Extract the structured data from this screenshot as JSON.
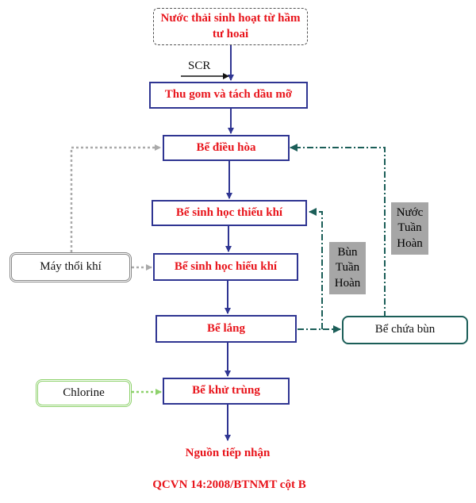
{
  "colors": {
    "main_line": "#2f3592",
    "text_red": "#e8141b",
    "air_line": "#aaaaaa",
    "chlorine_line": "#8ed16c",
    "recycle_line": "#1b5e58",
    "label_bg": "#a6a6a6"
  },
  "nodes": {
    "source": "Nước thải sinh hoạt từ hầm tư hoai",
    "collection": "Thu gom và tách dầu mỡ",
    "equalization": "Bể điều hòa",
    "anoxic": "Bể sinh học thiếu khí",
    "aerobic": "Bể sinh học hiếu khí",
    "settling": "Bể lắng",
    "disinfection": "Bể khử trùng",
    "blower": "Máy thổi khí",
    "sludge_tank": "Bể chứa bùn",
    "chlorine": "Chlorine"
  },
  "labels": {
    "scr": "SCR",
    "sludge_recycle": [
      "Bùn",
      "Tuần",
      "Hoàn"
    ],
    "water_recycle": [
      "Nước",
      "Tuần",
      "Hoàn"
    ],
    "receiving": "Nguồn tiếp nhận",
    "standard": "QCVN 14:2008/BTNMT cột B"
  }
}
